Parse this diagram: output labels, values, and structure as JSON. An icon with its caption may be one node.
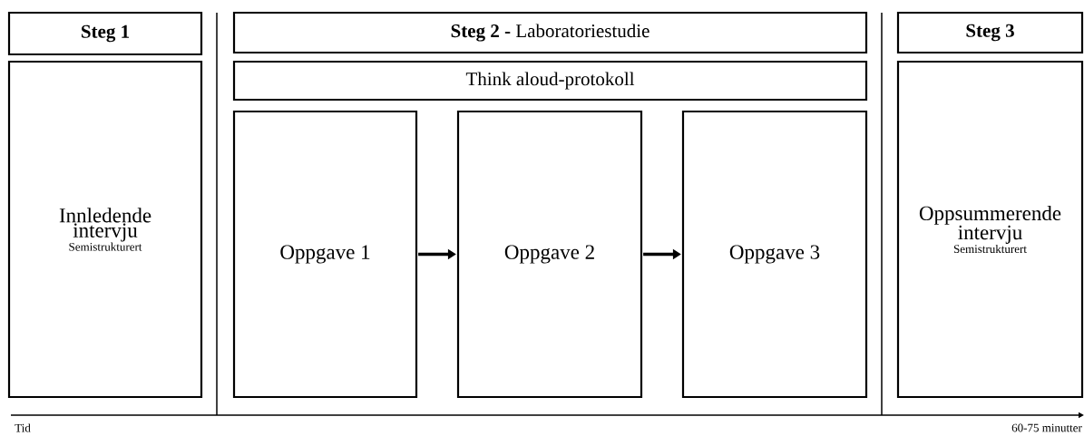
{
  "diagram": {
    "nodes": [
      {
        "text": [
          "Steg 1"
        ]
      },
      {
        "text": [
          "Innledende intervju",
          "Semistrukturert"
        ]
      },
      {
        "text": [
          "**Steg 2 -** Laboratoriestudie"
        ]
      },
      {
        "text": [
          "Think aloud-protokoll"
        ]
      },
      {
        "text": [
          "Oppgave 1"
        ]
      },
      {
        "text": [
          "Oppgave 2"
        ]
      },
      {
        "text": [
          "Oppgave 3"
        ]
      },
      {
        "text": [
          "Steg 3"
        ]
      },
      {
        "text": [
          "Oppsummerende intervju",
          "Semistrukturert"
        ]
      }
    ],
    "edges": [
      {
        "from": 4,
        "to": 5,
        "arrow": "to"
      },
      {
        "from": 5,
        "to": 6,
        "arrow": "to"
      }
    ],
    "labels": [
      "Tid",
      "60-75 minutter"
    ]
  }
}
